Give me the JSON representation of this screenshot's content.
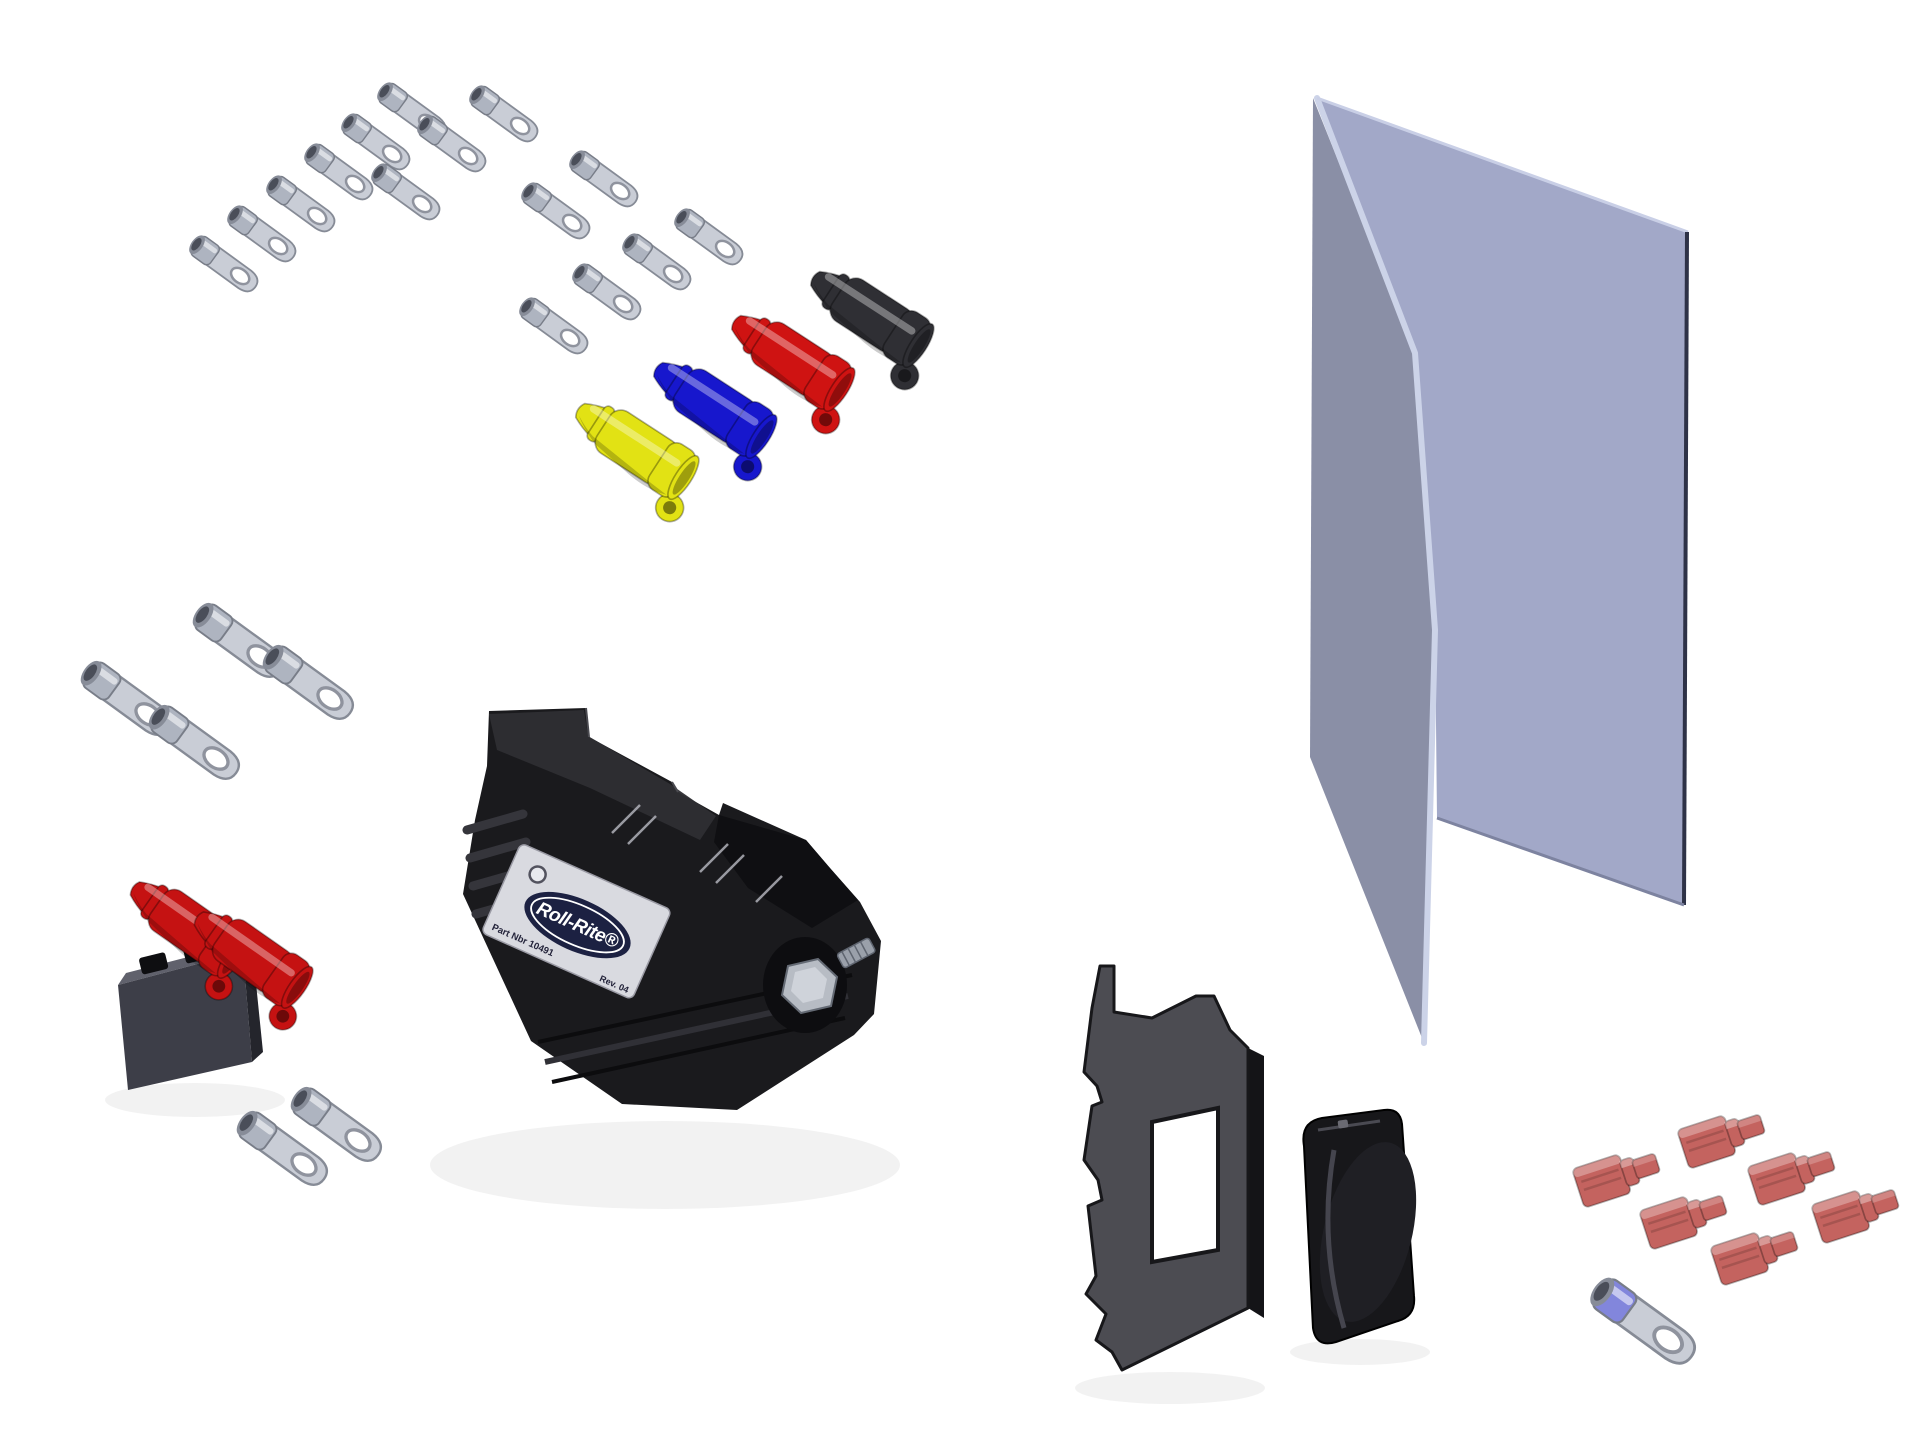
{
  "diagram": {
    "title": "Roll-Rite switch kit exploded parts diagram",
    "background": "#ffffff"
  },
  "label": {
    "logo_text": "Roll-Rite®",
    "part_number": "Part Nbr 10491",
    "revision": "Rev. 04"
  },
  "colors": {
    "lug_silver": "#aeb4c0",
    "lug_blue": "#8286dc",
    "boot_black": "#2f2f34",
    "boot_red": "#cf1312",
    "boot_blue": "#1717cd",
    "boot_yellow": "#e2e214",
    "breaker_boot_red": "#c51212",
    "spade_red": "#c4635f",
    "panel_front": "#a2a8c8",
    "panel_side": "#8a8fa6",
    "panel_edge": "#ccd3e8",
    "panel_edge_dark": "#2e3247",
    "box_body": "#1a1a1d",
    "box_lid": "#2e2e33",
    "box_block": "#0f0f12",
    "label_bg": "#d9dae0",
    "logo_navy": "#1c2142",
    "label_text": "#23233a",
    "bracket_face": "#4c4c52",
    "bracket_side": "#141417",
    "switch_body": "#17171a",
    "breaker_front": "#3d3e48",
    "breaker_top": "#60616c",
    "breaker_side": "#24252c",
    "bolt": "#b7bcc4"
  },
  "parts": [
    {
      "name": "ring-terminal-large",
      "qty": 15
    },
    {
      "name": "ring-terminal-small",
      "qty": 4
    },
    {
      "name": "ring-terminal-medium",
      "qty": 2
    },
    {
      "name": "terminal-boot",
      "qty": 4
    },
    {
      "name": "circuit-breaker-with-boots",
      "qty": 1
    },
    {
      "name": "control-module",
      "qty": 1
    },
    {
      "name": "mounting-panel",
      "qty": 1
    },
    {
      "name": "switch-bracket",
      "qty": 1
    },
    {
      "name": "rocker-switch",
      "qty": 1
    },
    {
      "name": "spade-terminal-red",
      "qty": 6
    },
    {
      "name": "ring-terminal-blue",
      "qty": 1
    }
  ]
}
